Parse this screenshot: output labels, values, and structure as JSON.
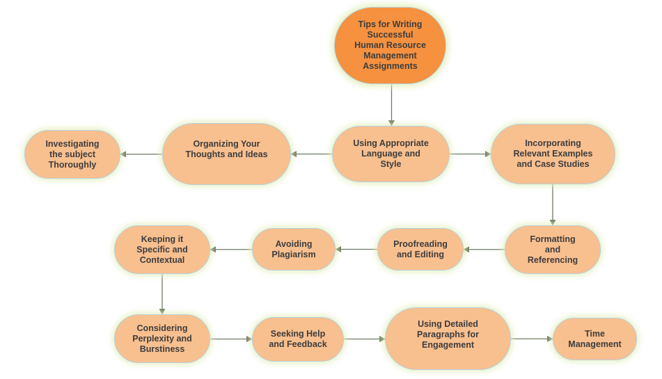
{
  "diagram": {
    "type": "flowchart",
    "colors": {
      "root_fill": "#f5913f",
      "node_fill": "#f8bf8f",
      "node_border": "#b9cfdc",
      "node_glow": "#e2f0be",
      "text": "#3d3d3d",
      "edge": "#6e7b63"
    },
    "nodes": [
      {
        "id": "root",
        "label": "Tips for Writing\nSuccessful\nHuman Resource\nManagement\nAssignments"
      },
      {
        "id": "investigating",
        "label": "Investigating\nthe subject\nThoroughly"
      },
      {
        "id": "organizing",
        "label": "Organizing Your\nThoughts and Ideas"
      },
      {
        "id": "language",
        "label": "Using Appropriate\nLanguage and\nStyle"
      },
      {
        "id": "examples",
        "label": "Incorporating\nRelevant Examples\nand Case Studies"
      },
      {
        "id": "keeping",
        "label": "Keeping it\nSpecific and\nContextual"
      },
      {
        "id": "plagiarism",
        "label": "Avoiding\nPlagiarism"
      },
      {
        "id": "proofreading",
        "label": "Proofreading\nand Editing"
      },
      {
        "id": "formatting",
        "label": "Formatting\nand\nReferencing"
      },
      {
        "id": "perplexity",
        "label": "Considering\nPerplexity and\nBurstiness"
      },
      {
        "id": "help",
        "label": "Seeking Help\nand Feedback"
      },
      {
        "id": "paragraphs",
        "label": "Using Detailed\nParagraphs for\nEngagement"
      },
      {
        "id": "time",
        "label": "Time\nManagement"
      }
    ],
    "edges": [
      {
        "from": "root",
        "to": "language"
      },
      {
        "from": "language",
        "to": "organizing"
      },
      {
        "from": "organizing",
        "to": "investigating"
      },
      {
        "from": "language",
        "to": "examples"
      },
      {
        "from": "examples",
        "to": "formatting"
      },
      {
        "from": "formatting",
        "to": "proofreading"
      },
      {
        "from": "proofreading",
        "to": "plagiarism"
      },
      {
        "from": "plagiarism",
        "to": "keeping"
      },
      {
        "from": "keeping",
        "to": "perplexity"
      },
      {
        "from": "perplexity",
        "to": "help"
      },
      {
        "from": "help",
        "to": "paragraphs"
      },
      {
        "from": "paragraphs",
        "to": "time"
      }
    ]
  }
}
